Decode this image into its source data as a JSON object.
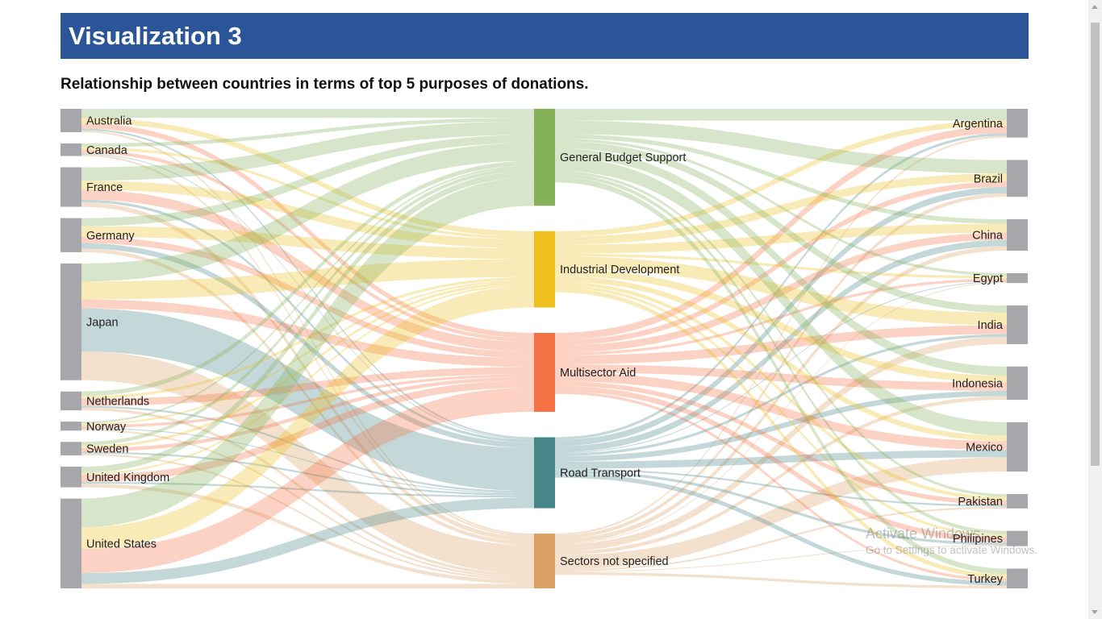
{
  "header": {
    "title": "Visualization 3"
  },
  "subtitle": "Relationship between countries in terms of top 5 purposes of donations.",
  "watermark": {
    "line1": "Activate Windows",
    "line2": "Go to Settings to activate Windows."
  },
  "chart_data": {
    "type": "sankey",
    "title": "Relationship between countries in terms of top 5 purposes of donations.",
    "donors": [
      {
        "name": "Australia",
        "color": "#a7a6ab",
        "values": [
          1.0,
          0.6,
          0.6,
          0.2,
          0.2
        ]
      },
      {
        "name": "Canada",
        "color": "#a7a6ab",
        "values": [
          0.4,
          0.3,
          0.4,
          0.1,
          0.2
        ]
      },
      {
        "name": "France",
        "color": "#a7a6ab",
        "values": [
          1.5,
          1.0,
          1.1,
          0.3,
          0.5
        ]
      },
      {
        "name": "Germany",
        "color": "#a7a6ab",
        "values": [
          0.9,
          1.2,
          0.7,
          0.6,
          0.4
        ]
      },
      {
        "name": "Japan",
        "color": "#a7a6ab",
        "values": [
          2.0,
          2.0,
          1.0,
          4.8,
          3.2
        ]
      },
      {
        "name": "Netherlands",
        "color": "#a7a6ab",
        "values": [
          0.5,
          0.3,
          0.8,
          0.2,
          0.3
        ]
      },
      {
        "name": "Norway",
        "color": "#a7a6ab",
        "values": [
          0.2,
          0.2,
          0.3,
          0.1,
          0.2
        ]
      },
      {
        "name": "Sweden",
        "color": "#a7a6ab",
        "values": [
          0.4,
          0.3,
          0.4,
          0.2,
          0.2
        ]
      },
      {
        "name": "United Kingdom",
        "color": "#a7a6ab",
        "values": [
          0.7,
          0.2,
          0.8,
          0.2,
          0.4
        ]
      },
      {
        "name": "United States",
        "color": "#a7a6ab",
        "values": [
          3.2,
          2.4,
          2.7,
          1.2,
          0.5
        ]
      }
    ],
    "purposes": [
      {
        "name": "General Budget Support",
        "color": "#84b15a"
      },
      {
        "name": "Industrial Development",
        "color": "#edc01e"
      },
      {
        "name": "Multisector Aid",
        "color": "#f47245"
      },
      {
        "name": "Road Transport",
        "color": "#468588"
      },
      {
        "name": "Sectors not specified",
        "color": "#dba065"
      }
    ],
    "recipients": [
      {
        "name": "Argentina",
        "color": "#a7a6ab",
        "values": [
          1.3,
          0.6,
          0.8,
          0.3,
          0.2
        ]
      },
      {
        "name": "Brazil",
        "color": "#a7a6ab",
        "values": [
          1.5,
          0.9,
          0.6,
          0.7,
          0.4
        ]
      },
      {
        "name": "China",
        "color": "#a7a6ab",
        "values": [
          0.5,
          1.0,
          0.8,
          0.7,
          0.5
        ]
      },
      {
        "name": "Egypt",
        "color": "#a7a6ab",
        "values": [
          0.3,
          0.3,
          0.3,
          0.1,
          0.1
        ]
      },
      {
        "name": "India",
        "color": "#a7a6ab",
        "values": [
          0.8,
          1.4,
          1.0,
          0.3,
          0.8
        ]
      },
      {
        "name": "Indonesia",
        "color": "#a7a6ab",
        "values": [
          1.0,
          0.8,
          0.9,
          0.6,
          0.4
        ]
      },
      {
        "name": "Mexico",
        "color": "#a7a6ab",
        "values": [
          1.5,
          0.6,
          1.0,
          0.8,
          1.6
        ]
      },
      {
        "name": "Pakistan",
        "color": "#a7a6ab",
        "values": [
          0.3,
          0.4,
          0.5,
          0.2,
          0.2
        ]
      },
      {
        "name": "Philipines",
        "color": "#a7a6ab",
        "values": [
          0.4,
          0.3,
          0.6,
          0.3,
          0.1
        ]
      },
      {
        "name": "Turkey",
        "color": "#a7a6ab",
        "values": [
          0.6,
          0.5,
          0.3,
          0.5,
          0.3
        ]
      }
    ]
  }
}
